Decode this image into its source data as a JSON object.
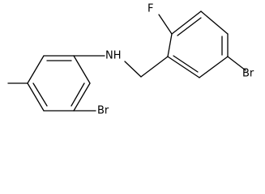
{
  "molecule": {
    "atoms": {
      "nh": "NH",
      "f": "F",
      "br_right": "Br",
      "br_bottom": "Br"
    }
  },
  "colors": {
    "bond": "#000000",
    "text": "#000000",
    "background": "#ffffff"
  }
}
